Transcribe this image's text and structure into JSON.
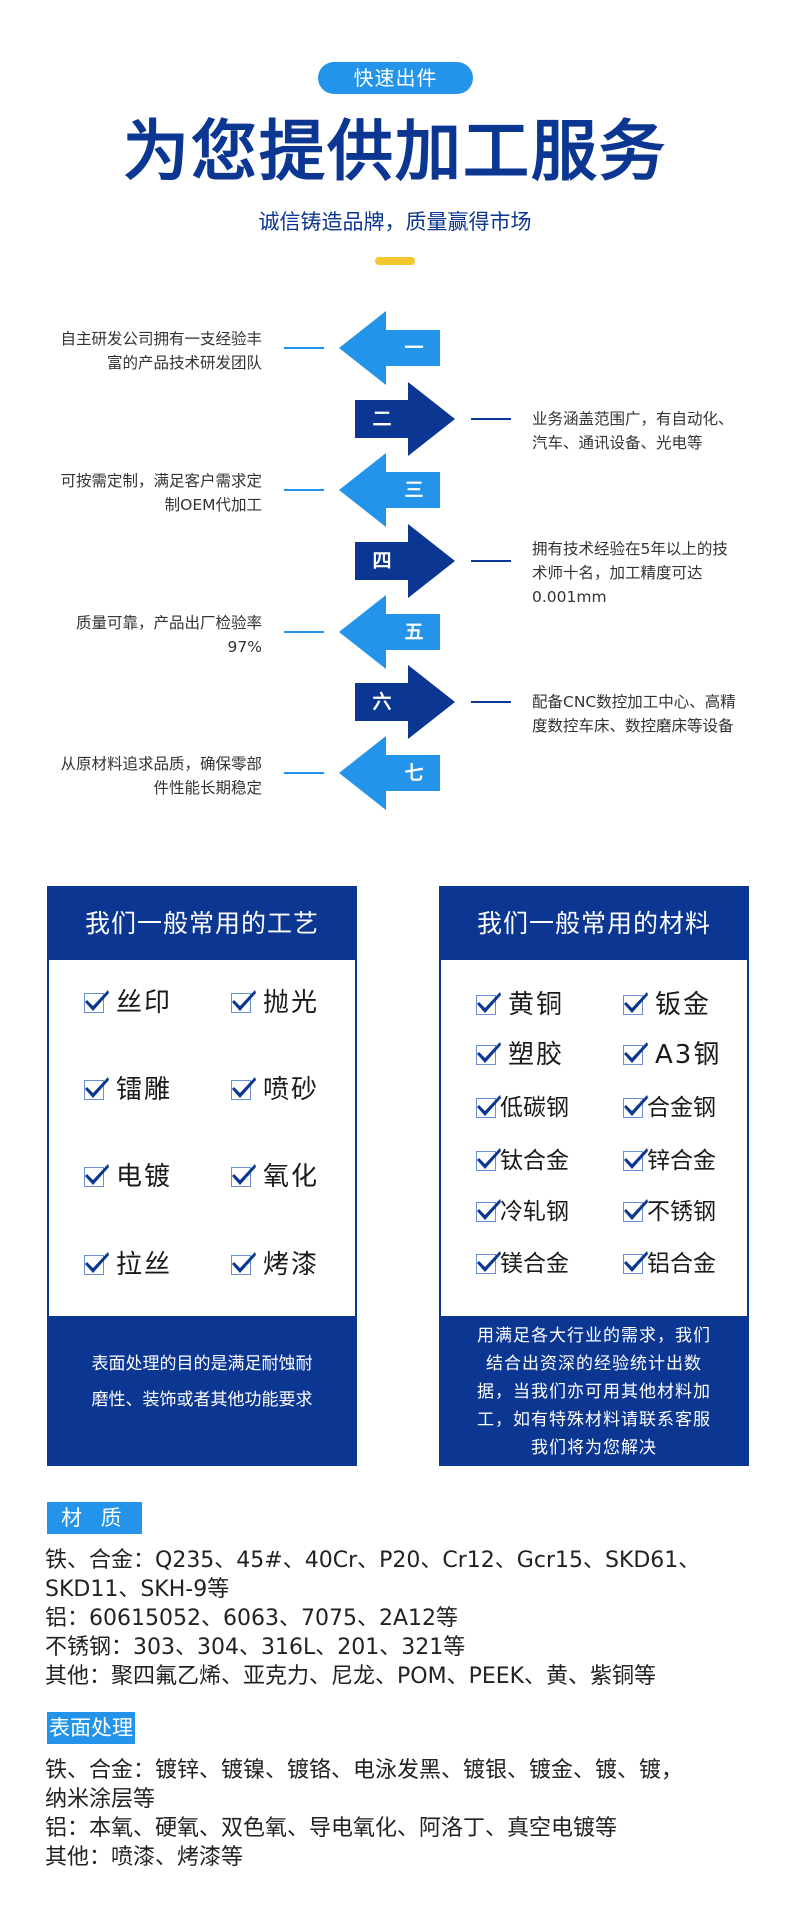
{
  "header": {
    "pill_label": "快速出件",
    "title": "为您提供加工服务",
    "subtitle": "诚信铸造品牌，质量赢得市场"
  },
  "colors": {
    "light_blue": "#2394ea",
    "dark_blue": "#0b3691",
    "accent_yellow": "#f3c82f"
  },
  "features": [
    {
      "num": "一",
      "direction": "left",
      "text": [
        "自主研发公司拥有一支经验丰",
        "富的产品技术研发团队"
      ]
    },
    {
      "num": "二",
      "direction": "right",
      "text": [
        "业务涵盖范围广，有自动化、",
        "汽车、通讯设备、光电等"
      ]
    },
    {
      "num": "三",
      "direction": "left",
      "text": [
        "可按需定制，满足客户需求定",
        "制OEM代加工"
      ]
    },
    {
      "num": "四",
      "direction": "right",
      "text": [
        "拥有技术经验在5年以上的技",
        "术师十名，加工精度可达",
        "0.001mm"
      ]
    },
    {
      "num": "五",
      "direction": "left",
      "text": [
        "质量可靠，产品出厂检验率",
        "97%"
      ]
    },
    {
      "num": "六",
      "direction": "right",
      "text": [
        "配备CNC数控加工中心、高精",
        "度数控车床、数控磨床等设备"
      ]
    },
    {
      "num": "七",
      "direction": "left",
      "text": [
        "从原材料追求品质，确保零部",
        "件性能长期稳定"
      ]
    }
  ],
  "process_panel": {
    "title": "我们一般常用的工艺",
    "items": [
      "丝印",
      "抛光",
      "镭雕",
      "喷砂",
      "电镀",
      "氧化",
      "拉丝",
      "烤漆"
    ],
    "footer": [
      "表面处理的目的是满足耐蚀耐",
      "磨性、装饰或者其他功能要求"
    ]
  },
  "materials_panel": {
    "title": "我们一般常用的材料",
    "items": [
      "黄铜",
      "钣金",
      "塑胶",
      "A3钢",
      "低碳钢",
      "合金钢",
      "钛合金",
      "锌合金",
      "冷轧钢",
      "不锈钢",
      "镁合金",
      "铝合金"
    ],
    "footer": [
      "用满足各大行业的需求，我们",
      "结合出资深的经验统计出数",
      "据，当我们亦可用其他材料加",
      "工，如有特殊材料请联系客服",
      "我们将为您解决"
    ]
  },
  "material_section": {
    "badge": "材 质",
    "lines": [
      "铁、合金：Q235、45#、40Cr、P20、Cr12、Gcr15、SKD61、",
      "SKD11、SKH-9等",
      "铝：60615052、6063、7075、2A12等",
      "不锈钢：303、304、316L、201、321等",
      "其他：聚四氟乙烯、亚克力、尼龙、POM、PEEK、黄、紫铜等"
    ]
  },
  "surface_section": {
    "badge": "表面处理",
    "lines": [
      "铁、合金：镀锌、镀镍、镀铬、电泳发黑、镀银、镀金、镀、镀，",
      "纳米涂层等",
      "铝：本氧、硬氧、双色氧、导电氧化、阿洛丁、真空电镀等",
      "其他：喷漆、烤漆等"
    ]
  }
}
